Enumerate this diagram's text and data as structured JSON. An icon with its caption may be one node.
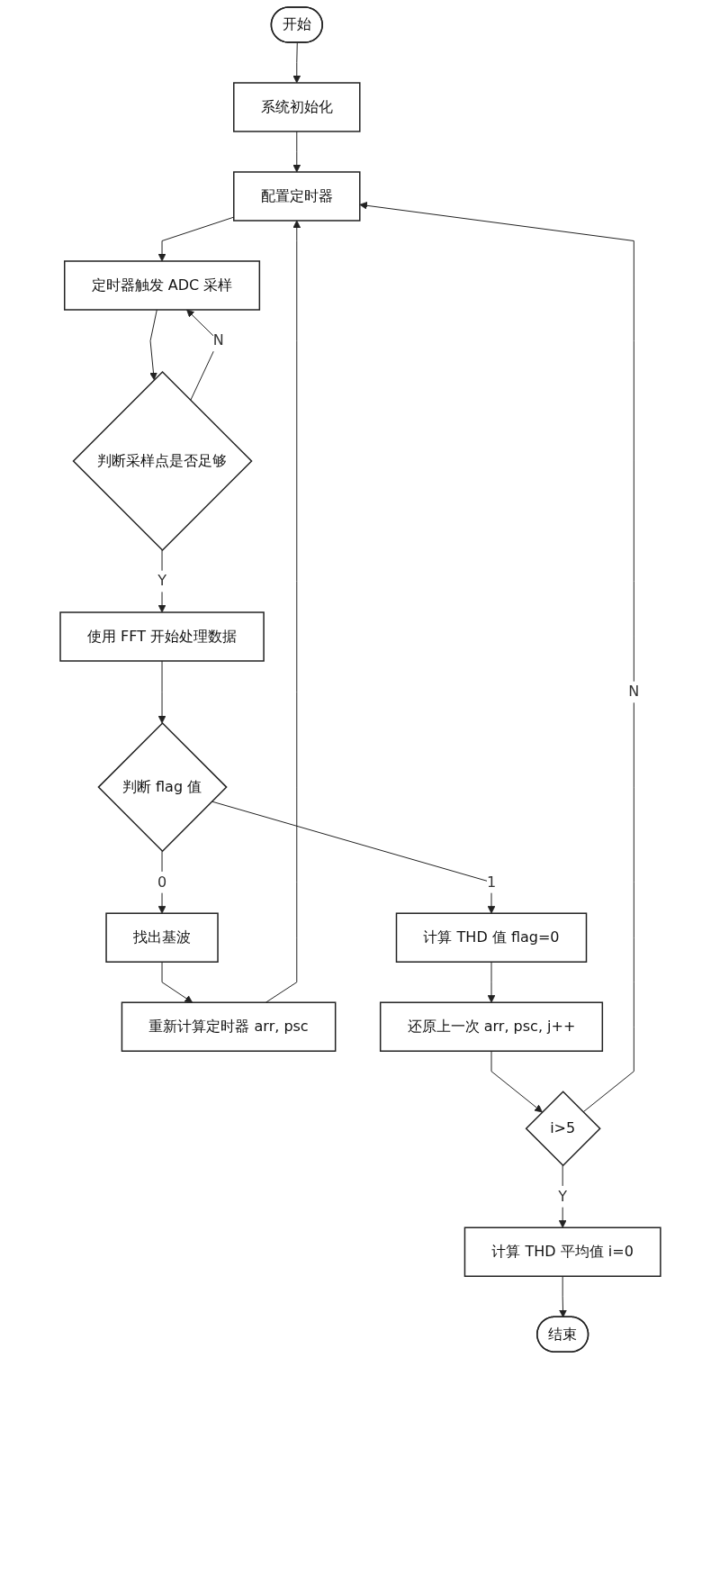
{
  "diagram": {
    "nodes": [
      {
        "text": [
          "开始"
        ]
      },
      {
        "text": [
          "系统初始化"
        ]
      },
      {
        "text": [
          "配置定时器"
        ]
      },
      {
        "text": [
          "定时器触发 ADC 采样"
        ]
      },
      {
        "text": [
          "判断采样点是否足够"
        ]
      },
      {
        "text": [
          "使用 FFT 开始处理数据"
        ]
      },
      {
        "text": [
          "判断 flag 值"
        ]
      },
      {
        "text": [
          "找出基波"
        ]
      },
      {
        "text": [
          "重新计算定时器 arr, psc"
        ]
      },
      {
        "text": [
          "计算 THD 值 flag=0"
        ]
      },
      {
        "text": [
          "还原上一次 arr, psc, j++"
        ]
      },
      {
        "text": [
          "i>5"
        ]
      },
      {
        "text": [
          "计算 THD 平均值 i=0"
        ]
      },
      {
        "text": [
          "结束"
        ]
      }
    ],
    "edges": [
      {
        "from": 0,
        "to": 1,
        "arrow": "to"
      },
      {
        "from": 1,
        "to": 2,
        "arrow": "to"
      },
      {
        "from": 2,
        "to": 3,
        "arrow": "to"
      },
      {
        "from": 3,
        "to": 4,
        "arrow": "to"
      },
      {
        "from": 4,
        "to": 3,
        "arrow": "to",
        "label": "N"
      },
      {
        "from": 4,
        "to": 5,
        "arrow": "to",
        "label": "Y"
      },
      {
        "from": 5,
        "to": 6,
        "arrow": "to"
      },
      {
        "from": 6,
        "to": 7,
        "arrow": "to",
        "label": "0"
      },
      {
        "from": 6,
        "to": 9,
        "arrow": "to",
        "label": "1"
      },
      {
        "from": 7,
        "to": 8,
        "arrow": "to"
      },
      {
        "from": 8,
        "to": 2,
        "arrow": "to"
      },
      {
        "from": 9,
        "to": 10,
        "arrow": "to"
      },
      {
        "from": 10,
        "to": 11,
        "arrow": "to"
      },
      {
        "from": 11,
        "to": 2,
        "arrow": "to",
        "label": "N"
      },
      {
        "from": 11,
        "to": 12,
        "arrow": "to",
        "label": "Y"
      },
      {
        "from": 12,
        "to": 13,
        "arrow": "to"
      }
    ]
  }
}
